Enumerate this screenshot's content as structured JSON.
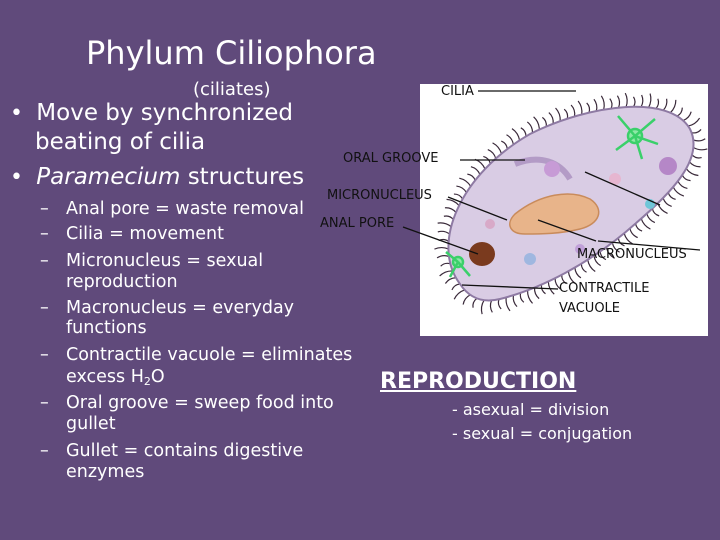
{
  "slide": {
    "title": "Phylum Ciliophora",
    "subtitle": "(ciliates)",
    "bullets": [
      {
        "marker": "•",
        "line1": "Move by synchronized",
        "line2": "beating of cilia"
      },
      {
        "marker": "•",
        "italic": "Paramecium",
        "rest": " structures"
      }
    ],
    "dash": "–",
    "subitems": {
      "anal_pore": "Anal pore = waste removal",
      "cilia": "Cilia = movement",
      "micronucleus_1": "Micronucleus = sexual",
      "micronucleus_2": "reproduction",
      "macronucleus_1": "Macronucleus = everyday",
      "macronucleus_2": "functions",
      "vacuole_1": "Contractile vacuole = eliminates",
      "vacuole_2_pre": "excess H",
      "vacuole_2_sub": "2",
      "vacuole_2_post": "O",
      "oral_1": "Oral groove = sweep food into",
      "oral_2": "gullet",
      "gullet_1": "Gullet = contains digestive",
      "gullet_2": "enzymes"
    }
  },
  "diagram_labels": {
    "cilia": "CILIA",
    "oral_groove": "ORAL GROOVE",
    "micronucleus": "MICRONUCLEUS",
    "anal_pore": "ANAL PORE",
    "macronucleus": "MACRONUCLEUS",
    "contractile_1": "CONTRACTILE",
    "contractile_2": "VACUOLE"
  },
  "reproduction": {
    "heading": "REPRODUCTION",
    "asexual": "- asexual = division",
    "sexual": "- sexual = conjugation"
  },
  "colors": {
    "background": "#604a7b",
    "illustration_bg": "#ffffff",
    "cell_body": "#d9cce4",
    "macronucleus": "#e8b48a",
    "micronucleus": "#7a3a1e",
    "vacuole": "#3ad06a"
  }
}
